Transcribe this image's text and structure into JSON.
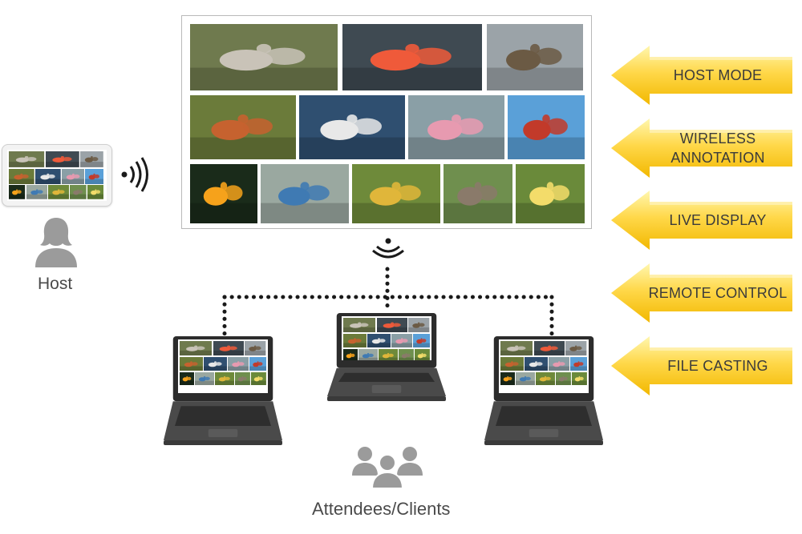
{
  "host": {
    "label": "Host"
  },
  "attendees": {
    "label": "Attendees/Clients"
  },
  "features": [
    {
      "label": "HOST MODE"
    },
    {
      "label": "WIRELESS\nANNOTATION"
    },
    {
      "label": "LIVE DISPLAY"
    },
    {
      "label": "REMOTE CONTROL"
    },
    {
      "label": "FILE CASTING"
    }
  ],
  "colors": {
    "arrow_light": "#fff7b0",
    "arrow_mid": "#ffd84a",
    "arrow_dark": "#f2b800",
    "connector": "#1a1a1a",
    "icon_gray": "#9b9b9b",
    "laptop_body": "#4a4a4a"
  },
  "photos": [
    {
      "name": "geese-photo",
      "bg": "#6f7a4e",
      "fg": "#c9c3b8"
    },
    {
      "name": "flamingo-heart-photo",
      "bg": "#3f4a52",
      "fg": "#ef5a3a"
    },
    {
      "name": "goose-flying-photo",
      "bg": "#9ba3a8",
      "fg": "#6b5a44"
    },
    {
      "name": "mandarin-ducks-photo",
      "bg": "#6b7b3a",
      "fg": "#c6622f"
    },
    {
      "name": "pelicans-photo",
      "bg": "#2f4f70",
      "fg": "#e8e8e8"
    },
    {
      "name": "flamingos-water-photo",
      "bg": "#8a9fa6",
      "fg": "#e79ab0"
    },
    {
      "name": "parrots-flying-photo",
      "bg": "#5aa0d8",
      "fg": "#c23a2a"
    },
    {
      "name": "sun-conures-photo",
      "bg": "#1a2b1a",
      "fg": "#f6a21b"
    },
    {
      "name": "budgies-photo",
      "bg": "#9aa8a0",
      "fg": "#3f7ab3"
    },
    {
      "name": "bee-eaters-photo",
      "bg": "#6e8a3a",
      "fg": "#e0b63a"
    },
    {
      "name": "sparrows-photo",
      "bg": "#6f8f4e",
      "fg": "#8a7a6a"
    },
    {
      "name": "chicks-photo",
      "bg": "#6a8a3a",
      "fg": "#f3dc6a"
    }
  ]
}
